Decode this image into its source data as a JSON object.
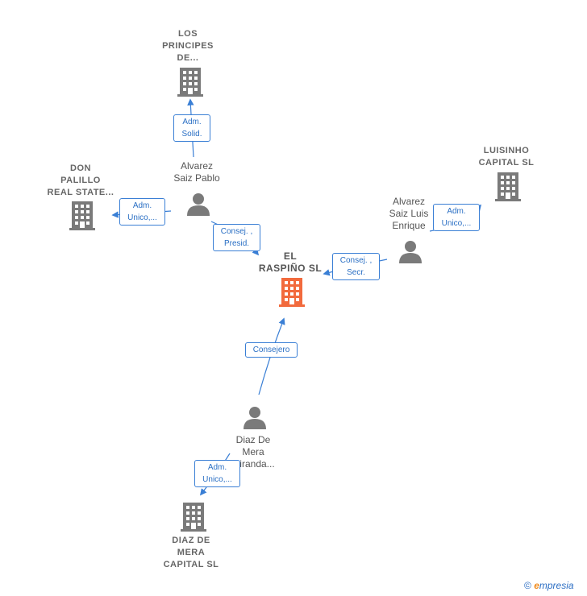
{
  "companies": {
    "los_principes": {
      "label_lines": [
        "LOS",
        "PRINCIPES",
        "DE..."
      ]
    },
    "don_palillo": {
      "label_lines": [
        "DON",
        "PALILLO",
        "REAL STATE..."
      ]
    },
    "luisinho": {
      "label_lines": [
        "LUISINHO",
        "CAPITAL  SL"
      ]
    },
    "el_raspino": {
      "label_lines": [
        "EL",
        "RASPIÑO  SL"
      ]
    },
    "diaz_de_mera_capital": {
      "label_lines": [
        "DIAZ DE",
        "MERA",
        "CAPITAL  SL"
      ]
    }
  },
  "persons": {
    "alvarez_saiz_pablo": {
      "label_lines": [
        "Alvarez",
        "Saiz Pablo"
      ]
    },
    "alvarez_saiz_luis": {
      "label_lines": [
        "Alvarez",
        "Saiz Luis",
        "Enrique"
      ]
    },
    "diaz_de_mera": {
      "label_lines": [
        "Diaz De",
        "Mera",
        "Miranda..."
      ]
    }
  },
  "edges": {
    "adm_solid": {
      "lines": [
        "Adm.",
        "Solid."
      ]
    },
    "adm_unico_palillo": {
      "lines": [
        "Adm.",
        "Unico,..."
      ]
    },
    "consej_presid": {
      "lines": [
        "Consej. ,",
        "Presid."
      ]
    },
    "adm_unico_luisinho": {
      "lines": [
        "Adm.",
        "Unico,..."
      ]
    },
    "consej_secr": {
      "lines": [
        "Consej. ,",
        "Secr."
      ]
    },
    "consejero": {
      "lines": [
        "Consejero"
      ]
    },
    "adm_unico_diaz": {
      "lines": [
        "Adm.",
        "Unico,..."
      ]
    }
  },
  "colors": {
    "company_icon": "#7a7a7a",
    "center_company_icon": "#f26a3d",
    "person_icon": "#7a7a7a",
    "edge": "#3a7fd5"
  },
  "footer": {
    "copyright_symbol": "©",
    "brand_first": "e",
    "brand_rest": "mpresia"
  }
}
